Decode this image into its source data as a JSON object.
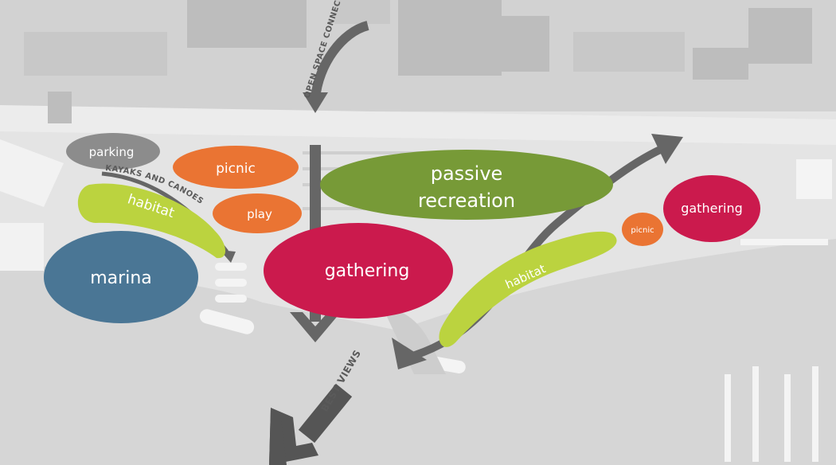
{
  "colors": {
    "orange": "#ea7433",
    "lime": "#bbd33f",
    "olive": "#779a37",
    "crimson": "#cb1a4d",
    "steel_blue": "#4a7695",
    "gray_bubble": "#8c8c8c",
    "arrow": "#666666"
  },
  "zones": {
    "parking": "parking",
    "picnic_west": "picnic",
    "play": "play",
    "habitat_west": "habitat",
    "marina": "marina",
    "passive_line1": "passive",
    "passive_line2": "recreation",
    "gathering_center": "gathering",
    "picnic_east": "picnic",
    "gathering_east": "gathering",
    "habitat_east": "habitat"
  },
  "annotations": {
    "open_space": "OPEN SPACE CONNECTION",
    "kayaks": "KAYAKS AND CANOES",
    "best_views": "BEST VIEWS"
  }
}
